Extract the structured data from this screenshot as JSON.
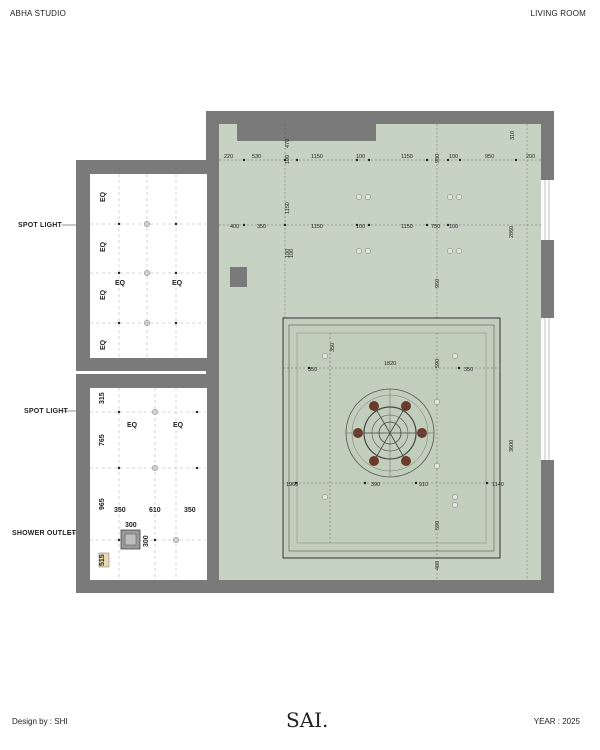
{
  "header": {
    "studio": "ABHA STUDIO",
    "room": "LIVING ROOM"
  },
  "labels": {
    "spot_light_1": "SPOT LIGHT",
    "spot_light_2": "SPOT LIGHT",
    "shower_outlet": "SHOWER OUTLET"
  },
  "footer": {
    "design_by": "Design by : SHI",
    "logo": "SAI.",
    "year": "YEAR : 2025"
  },
  "colors": {
    "wall": "#7a7a7a",
    "ceiling": "#c7d3c2",
    "dim_line": "#555555",
    "fixture": "#6b3a2a"
  },
  "small_room_dims": {
    "eq1": "EQ",
    "eq2": "EQ",
    "eq3": "EQ",
    "eq4": "EQ",
    "eq5": "EQ",
    "eq6": "EQ",
    "eq7": "EQ",
    "eq8": "EQ",
    "d315": "315",
    "d765": "765",
    "d965": "965",
    "d515": "515",
    "d350a": "350",
    "d610": "610",
    "d350b": "350",
    "d300a": "300",
    "d300b": "300"
  },
  "living_dims": {
    "top_row": [
      "220",
      "530",
      "100",
      "1150",
      "100",
      "1150",
      "980",
      "100",
      "950",
      "200"
    ],
    "second_row": [
      "400",
      "350",
      "1150",
      "100",
      "1150",
      "750",
      "100"
    ],
    "vertical": [
      "470",
      "310",
      "1150",
      "100",
      "100",
      "950",
      "2860",
      "3600"
    ],
    "inner": [
      "1820",
      "350",
      "350",
      "1960",
      "390",
      "910",
      "1140",
      "400",
      "590",
      "590",
      "350"
    ]
  }
}
